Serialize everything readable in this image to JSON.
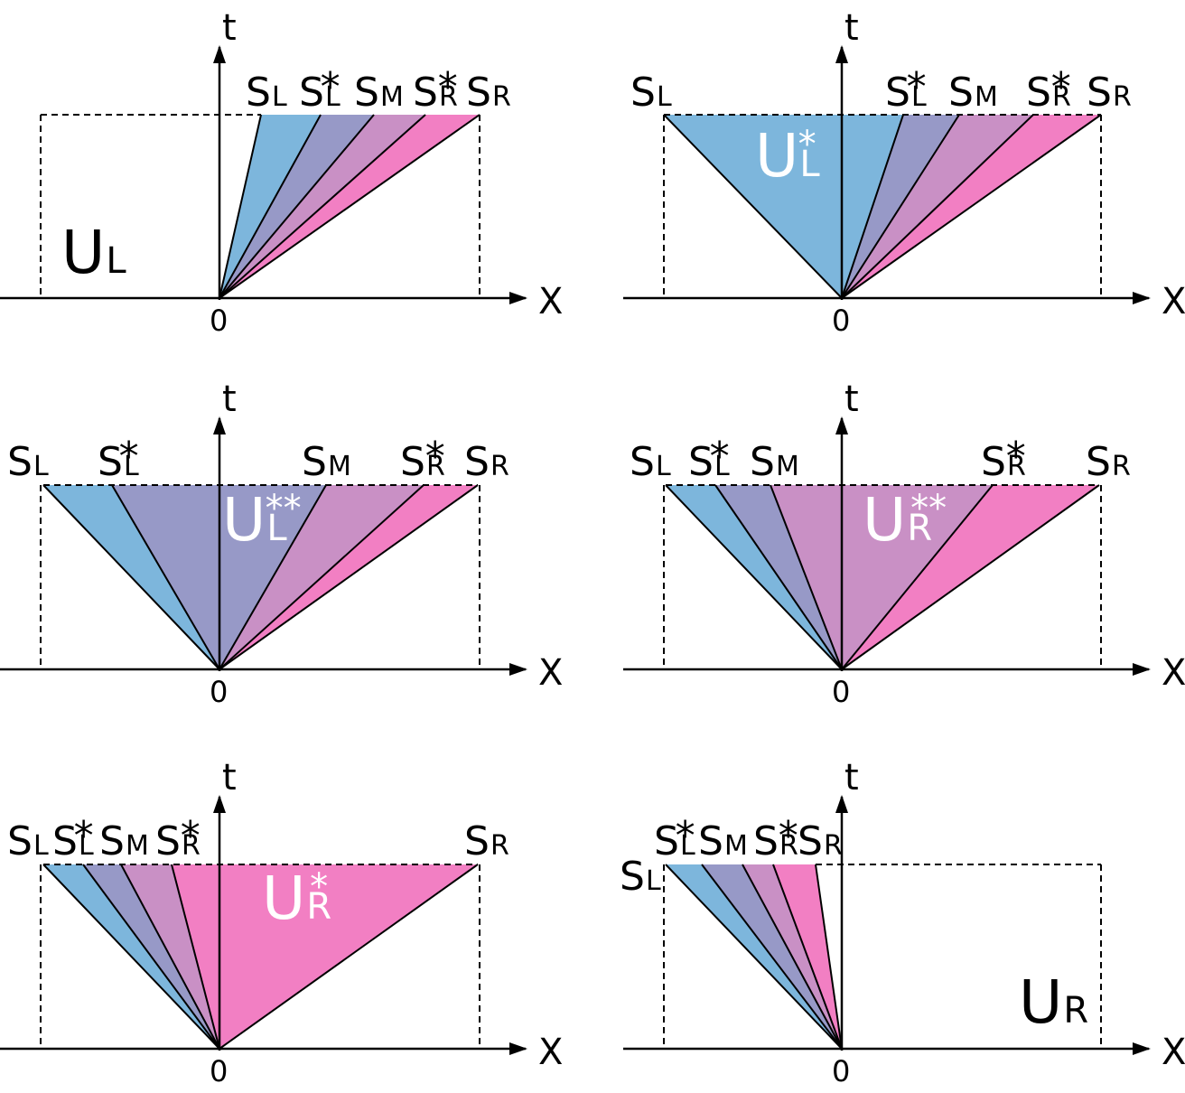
{
  "axes": {
    "t_label": "t",
    "x_label": "X",
    "origin_label": "0"
  },
  "star": "*",
  "wave_labels": {
    "SL": {
      "main": "S",
      "sub": "L",
      "star": ""
    },
    "SLs": {
      "main": "S",
      "sub": "L",
      "star": "*"
    },
    "SM": {
      "main": "S",
      "sub": "M",
      "star": ""
    },
    "SRs": {
      "main": "S",
      "sub": "R",
      "star": "*"
    },
    "SR": {
      "main": "S",
      "sub": "R",
      "star": ""
    }
  },
  "colors": {
    "blue": "#7db6dc",
    "slate": "#9799c7",
    "mauve": "#c990c5",
    "pink": "#f27fc3",
    "line": "#000000"
  },
  "panels": [
    {
      "id": "p1",
      "region": {
        "main": "U",
        "sub": "L",
        "sup": "",
        "color": "#000000"
      }
    },
    {
      "id": "p2",
      "region": {
        "main": "U",
        "sub": "L",
        "sup": "*",
        "color": "#ffffff"
      }
    },
    {
      "id": "p3",
      "region": {
        "main": "U",
        "sub": "L",
        "sup": "**",
        "color": "#ffffff"
      }
    },
    {
      "id": "p4",
      "region": {
        "main": "U",
        "sub": "R",
        "sup": "**",
        "color": "#ffffff"
      }
    },
    {
      "id": "p5",
      "region": {
        "main": "U",
        "sub": "R",
        "sup": "*",
        "color": "#ffffff"
      }
    },
    {
      "id": "p6",
      "region": {
        "main": "U",
        "sub": "R",
        "sup": "",
        "color": "#000000"
      }
    }
  ]
}
